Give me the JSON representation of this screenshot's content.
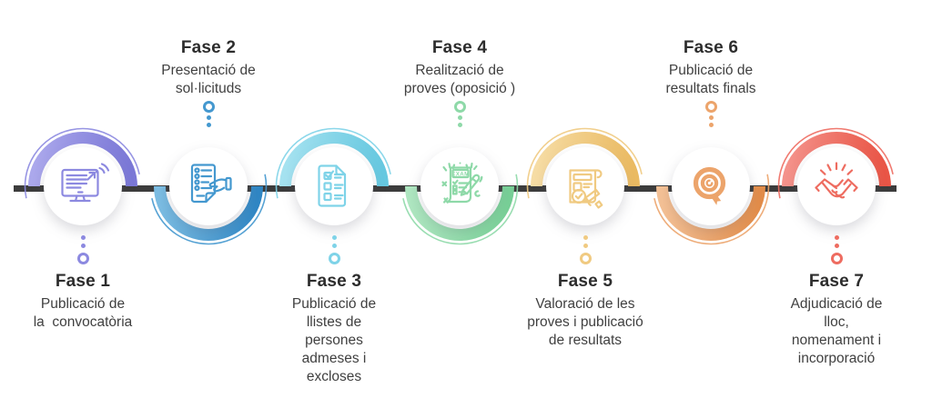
{
  "diagram": {
    "type": "process-timeline",
    "background": "#ffffff",
    "line_color": "#3c3c3c",
    "text_title_color": "#2d2d2d",
    "text_subtitle_color": "#404040",
    "phases": [
      {
        "title": "Fase 1",
        "subtitle": "Publicació de\nla  convocatòria",
        "label_position": "bottom",
        "icon": "monitor-publish-icon",
        "color": "#8c89e0",
        "color_light": "#aba8ec",
        "color_dark": "#7a77d6"
      },
      {
        "title": "Fase 2",
        "subtitle": "Presentació de\nsol·licituds",
        "label_position": "top",
        "icon": "application-form-hand-icon",
        "color": "#4498cf",
        "color_light": "#7bbce2",
        "color_dark": "#2f86c4"
      },
      {
        "title": "Fase 3",
        "subtitle": "Publicació de\nllistes de\npersones\nadmeses i\nexcloses",
        "label_position": "bottom",
        "icon": "checklist-icon",
        "color": "#7ed3e8",
        "color_light": "#a5e2f0",
        "color_dark": "#66c8e0"
      },
      {
        "title": "Fase 4",
        "subtitle": "Realització de\nproves (oposició )",
        "label_position": "top",
        "icon": "exam-pencil-icon",
        "color": "#8ed9a8",
        "color_light": "#aee6c0",
        "color_dark": "#77cf96"
      },
      {
        "title": "Fase 5",
        "subtitle": "Valoració de les\nproves i publicació\nde resultats",
        "label_position": "bottom",
        "icon": "document-review-signature-icon",
        "color": "#f0ca81",
        "color_light": "#f6dca4",
        "color_dark": "#eaba62"
      },
      {
        "title": "Fase 6",
        "subtitle": "Publicació de\nresultats finals",
        "label_position": "top",
        "icon": "target-dart-icon",
        "color": "#eca46b",
        "color_light": "#f3c095",
        "color_dark": "#e28c49"
      },
      {
        "title": "Fase 7",
        "subtitle": "Adjudicació de\nlloc,\nnomenament i\nincorporació",
        "label_position": "bottom",
        "icon": "handshake-icon",
        "color": "#ee6c60",
        "color_light": "#f4928a",
        "color_dark": "#e95546"
      }
    ]
  }
}
